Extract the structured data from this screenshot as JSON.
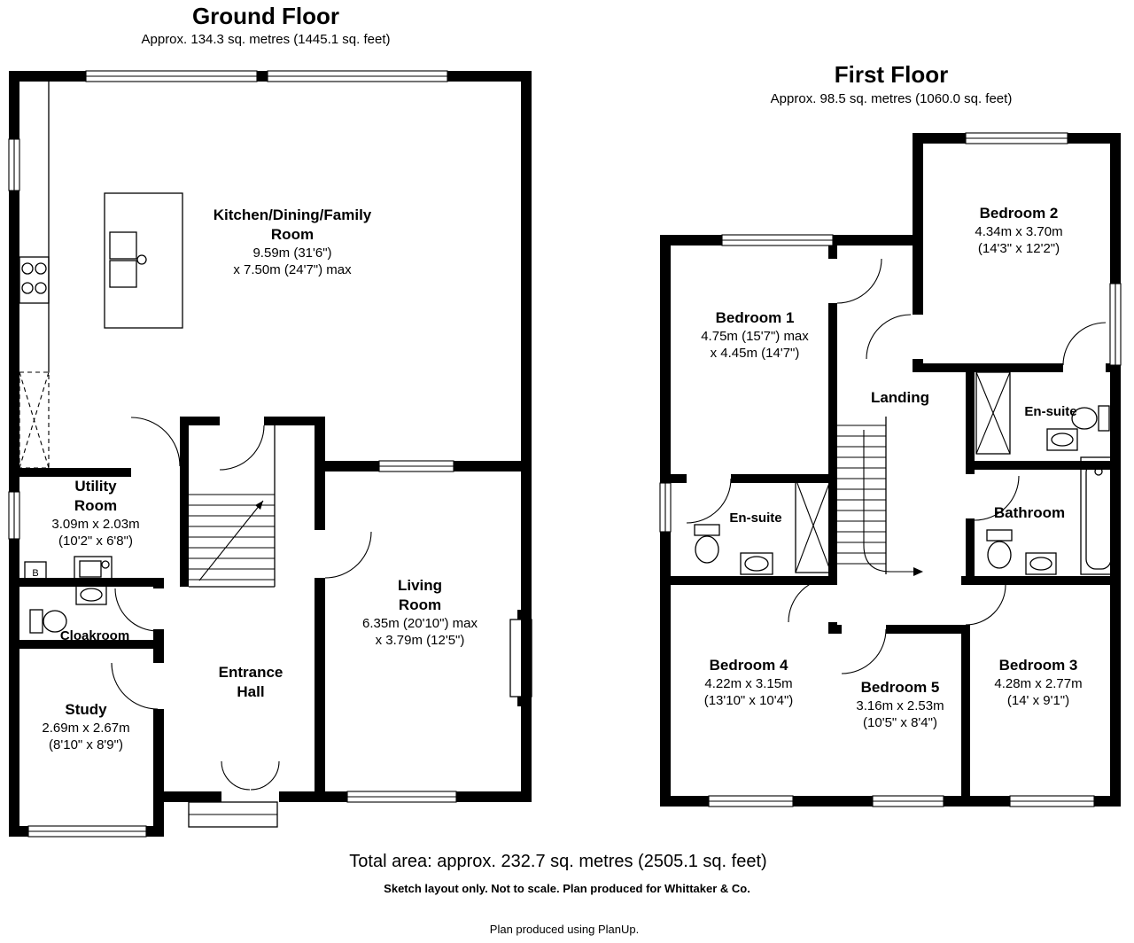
{
  "ground_floor": {
    "title": "Ground Floor",
    "subtitle": "Approx. 134.3 sq. metres (1445.1 sq. feet)",
    "rooms": {
      "kitchen": {
        "name_line1": "Kitchen/Dining/Family",
        "name_line2": "Room",
        "dim_line1": "9.59m (31'6\")",
        "dim_line2": "x 7.50m (24'7\") max"
      },
      "utility": {
        "name_line1": "Utility",
        "name_line2": "Room",
        "dim_line1": "3.09m x 2.03m",
        "dim_line2": "(10'2\" x 6'8\")"
      },
      "cloakroom": {
        "name": "Cloakroom"
      },
      "study": {
        "name": "Study",
        "dim_line1": "2.69m x 2.67m",
        "dim_line2": "(8'10\" x 8'9\")"
      },
      "entrance_hall": {
        "name_line1": "Entrance",
        "name_line2": "Hall"
      },
      "living": {
        "name_line1": "Living",
        "name_line2": "Room",
        "dim_line1": "6.35m (20'10\") max",
        "dim_line2": "x 3.79m (12'5\")"
      }
    },
    "fixtures": {
      "boiler_label": "B"
    }
  },
  "first_floor": {
    "title": "First Floor",
    "subtitle": "Approx. 98.5 sq. metres (1060.0 sq. feet)",
    "rooms": {
      "bedroom1": {
        "name": "Bedroom 1",
        "dim_line1": "4.75m (15'7\") max",
        "dim_line2": "x 4.45m (14'7\")"
      },
      "bedroom2": {
        "name": "Bedroom 2",
        "dim_line1": "4.34m x 3.70m",
        "dim_line2": "(14'3\" x 12'2\")"
      },
      "landing": {
        "name": "Landing"
      },
      "ensuite_left": {
        "name": "En-suite"
      },
      "ensuite_right": {
        "name": "En-suite"
      },
      "bathroom": {
        "name": "Bathroom"
      },
      "bedroom4": {
        "name": "Bedroom 4",
        "dim_line1": "4.22m x 3.15m",
        "dim_line2": "(13'10\" x 10'4\")"
      },
      "bedroom5": {
        "name": "Bedroom 5",
        "dim_line1": "3.16m x 2.53m",
        "dim_line2": "(10'5\" x 8'4\")"
      },
      "bedroom3": {
        "name": "Bedroom 3",
        "dim_line1": "4.28m x 2.77m",
        "dim_line2": "(14' x 9'1\")"
      }
    }
  },
  "footer": {
    "total_area": "Total area: approx. 232.7 sq. metres (2505.1 sq. feet)",
    "disclaimer": "Sketch layout only. Not to scale. Plan produced for Whittaker & Co.",
    "credit": "Plan produced using PlanUp."
  },
  "colors": {
    "wall": "#000000",
    "background": "#ffffff"
  }
}
